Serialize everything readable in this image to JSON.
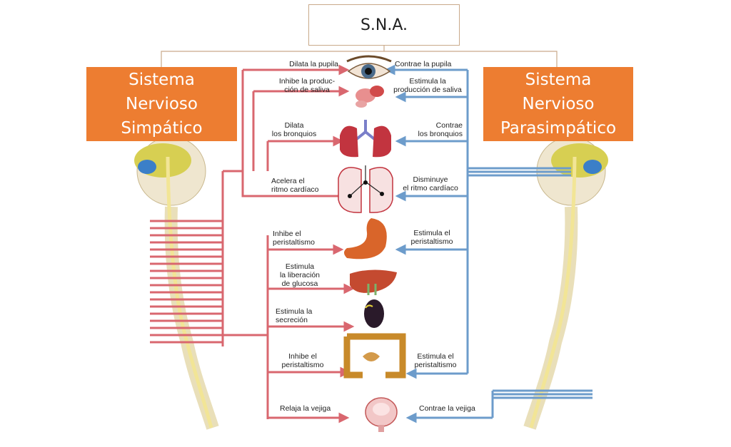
{
  "title": "S.N.A.",
  "sympathetic_label": "Sistema\nNervioso\nSimpático",
  "parasympathetic_label": "Sistema\nNervioso\nParasimpático",
  "colors": {
    "sympathetic": "#d9676f",
    "parasympathetic": "#6d9ccb",
    "orange": "#ed7d31"
  },
  "organs": [
    {
      "name": "ojo",
      "icon": "eye-icon",
      "sympathetic": "Dilata la pupila",
      "parasympathetic": "Contrae la pupila"
    },
    {
      "name": "glandulas salivales",
      "icon": "salivary-gland-icon",
      "sympathetic": "Inhibe la produc-\nción de saliva",
      "parasympathetic": "Estimula la\nproducción de saliva"
    },
    {
      "name": "bronquios",
      "icon": "lungs-icon",
      "sympathetic": "Dilata\nlos bronquios",
      "parasympathetic": "Contrae\nlos bronquios"
    },
    {
      "name": "corazon",
      "icon": "heart-icon",
      "sympathetic": "Acelera el\nritmo cardíaco",
      "parasympathetic": "Disminuye\nel ritmo cardíaco"
    },
    {
      "name": "estomago",
      "icon": "stomach-icon",
      "sympathetic": "Inhibe el\nperistaltismo",
      "parasympathetic": "Estimula el\nperistaltismo"
    },
    {
      "name": "higado",
      "icon": "liver-icon",
      "sympathetic": "Estimula\nla liberación\nde glucosa",
      "parasympathetic": ""
    },
    {
      "name": "pancreas",
      "icon": "pancreas-icon",
      "sympathetic": "Estimula la\nsecreción",
      "parasympathetic": ""
    },
    {
      "name": "intestino",
      "icon": "intestine-icon",
      "sympathetic": "Inhibe el\nperistaltismo",
      "parasympathetic": "Estimula el\nperistaltismo"
    },
    {
      "name": "vejiga",
      "icon": "bladder-icon",
      "sympathetic": "Relaja la vejiga",
      "parasympathetic": "Contrae la vejiga"
    }
  ]
}
